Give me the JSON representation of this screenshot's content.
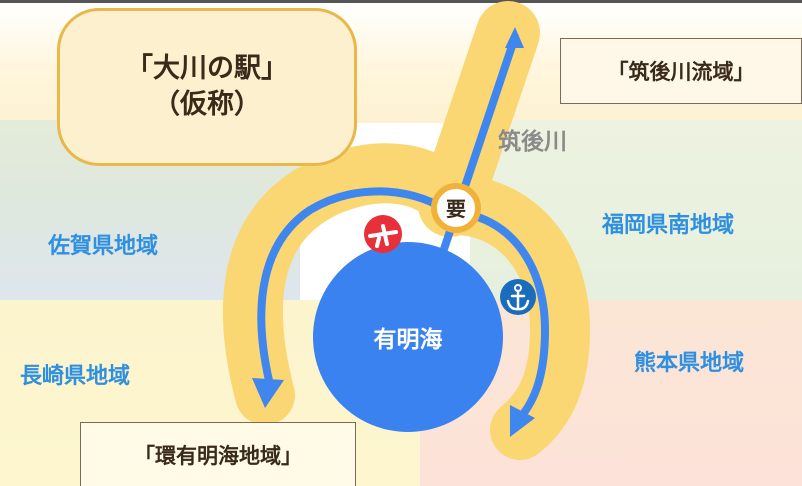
{
  "callout": {
    "line1": "「大川の駅」",
    "line2": "（仮称）"
  },
  "areas": {
    "chikugo_basin": "「筑後川流域」",
    "ariake_area": "「環有明海地域」"
  },
  "regions": {
    "saga": "佐賀県地域",
    "nagasaki": "長崎県地域",
    "fukuoka_south": "福岡県南地域",
    "kumamoto": "熊本県地域"
  },
  "river_label": "筑後川",
  "sea_label": "有明海",
  "hub_label": "要",
  "colors": {
    "river_blue": "#3f86ee",
    "sea_blue": "#3a82f0",
    "band_yellow": "#fbd774",
    "hub_ring": "#f0b23a",
    "airport_red": "#e8303a",
    "port_blue": "#1a6dbd",
    "region_text": "#2f8fe0"
  },
  "icons": {
    "airport": "airplane-icon",
    "port": "anchor-icon"
  }
}
